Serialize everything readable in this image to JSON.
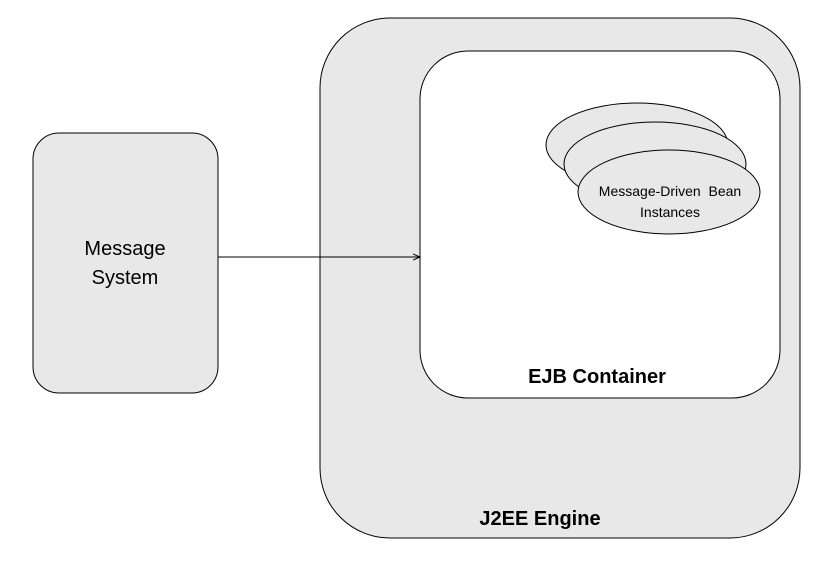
{
  "diagram": {
    "colors": {
      "box_fill": "#e8e8e8",
      "inner_fill": "#ffffff",
      "stroke": "#000000"
    },
    "message_system": {
      "line1": "Message",
      "line2": "System"
    },
    "j2ee_engine": {
      "label": "J2EE Engine"
    },
    "ejb_container": {
      "label": "EJB Container"
    },
    "bean_instances": {
      "line1": "Message-Driven  Bean",
      "line2": "Instances",
      "count": 3
    },
    "connector": {
      "from": "Message System",
      "to": "EJB Container"
    }
  }
}
